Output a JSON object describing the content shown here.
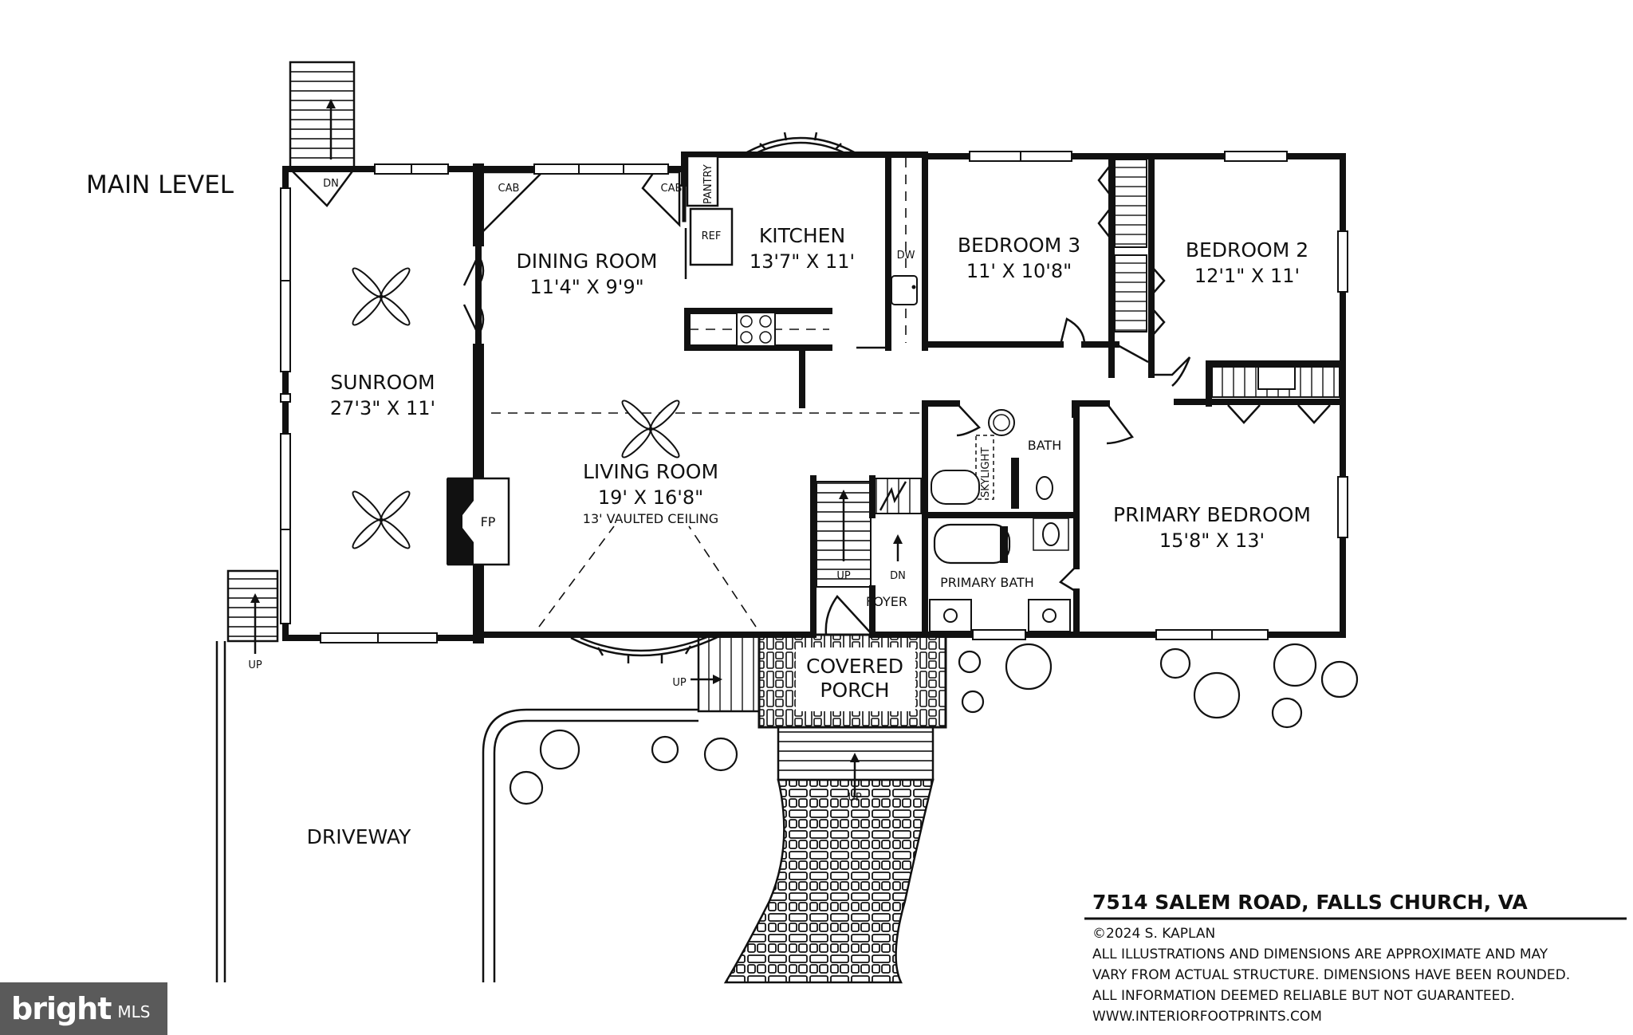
{
  "plan": {
    "level_title": "MAIN LEVEL",
    "rooms": [
      {
        "id": "sunroom",
        "name": "SUNROOM",
        "dims": "27'3\" X 11'"
      },
      {
        "id": "dining",
        "name": "DINING ROOM",
        "dims": "11'4\" X 9'9\""
      },
      {
        "id": "kitchen",
        "name": "KITCHEN",
        "dims": "13'7\" X 11'"
      },
      {
        "id": "bedroom3",
        "name": "BEDROOM 3",
        "dims": "11' X 10'8\""
      },
      {
        "id": "bedroom2",
        "name": "BEDROOM 2",
        "dims": "12'1\" X 11'"
      },
      {
        "id": "living",
        "name": "LIVING ROOM",
        "dims": "19' X 16'8\"",
        "note": "13' VAULTED CEILING"
      },
      {
        "id": "primary",
        "name": "PRIMARY BEDROOM",
        "dims": "15'8\" X 13'"
      }
    ],
    "labels": {
      "bath": "BATH",
      "primary_bath": "PRIMARY BATH",
      "foyer": "FOYER",
      "porch_line1": "COVERED",
      "porch_line2": "PORCH",
      "driveway": "DRIVEWAY",
      "fp": "FP",
      "ref": "REF",
      "dw": "DW",
      "pantry": "PANTRY",
      "cab": "CAB",
      "skylight": "SKYLIGHT",
      "up": "UP",
      "dn": "DN"
    }
  },
  "footer": {
    "address": "7514 SALEM ROAD, FALLS CHURCH, VA",
    "copyright": "©2024 S. KAPLAN",
    "disclaimer_lines": [
      "ALL ILLUSTRATIONS AND DIMENSIONS ARE APPROXIMATE AND MAY",
      "VARY FROM ACTUAL STRUCTURE. DIMENSIONS HAVE BEEN ROUNDED.",
      "ALL INFORMATION DEEMED RELIABLE BUT NOT GUARANTEED."
    ],
    "website": "WWW.INTERIORFOOTPRINTS.COM"
  },
  "watermark": {
    "brand": "bright",
    "suffix": "MLS"
  }
}
